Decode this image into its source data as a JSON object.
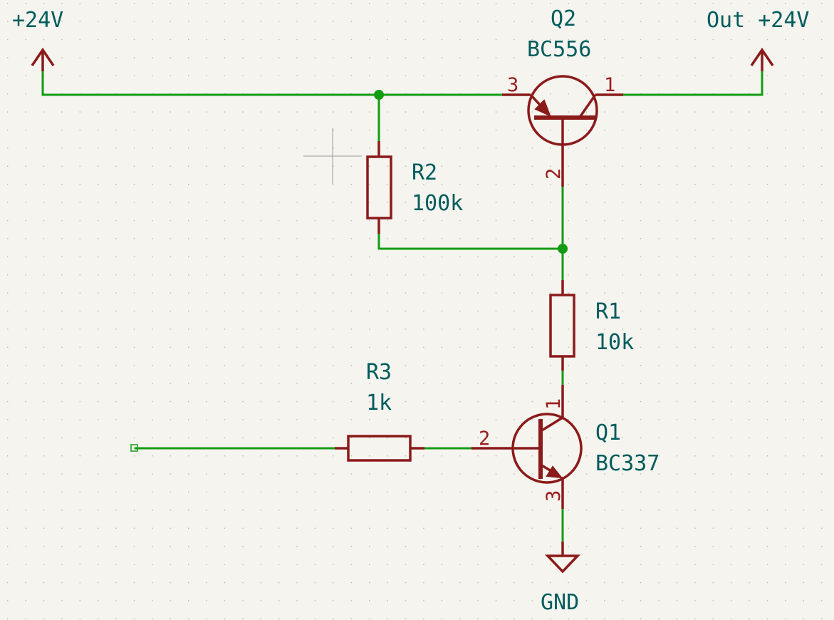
{
  "power": {
    "vcc_left": "+24V",
    "vcc_out": "Out +24V",
    "gnd": "GND"
  },
  "components": {
    "q2": {
      "ref": "Q2",
      "value": "BC556",
      "pin_emitter": "3",
      "pin_collector": "1",
      "pin_base": "2"
    },
    "q1": {
      "ref": "Q1",
      "value": "BC337",
      "pin_collector": "1",
      "pin_base": "2",
      "pin_emitter": "3"
    },
    "r1": {
      "ref": "R1",
      "value": "10k"
    },
    "r2": {
      "ref": "R2",
      "value": "100k"
    },
    "r3": {
      "ref": "R3",
      "value": "1k"
    }
  },
  "colors": {
    "background": "#f5f4ef",
    "wire": "#139c13",
    "symbol": "#8b1a1a",
    "label": "#005c5c",
    "pin_number": "#9b1b1b"
  }
}
